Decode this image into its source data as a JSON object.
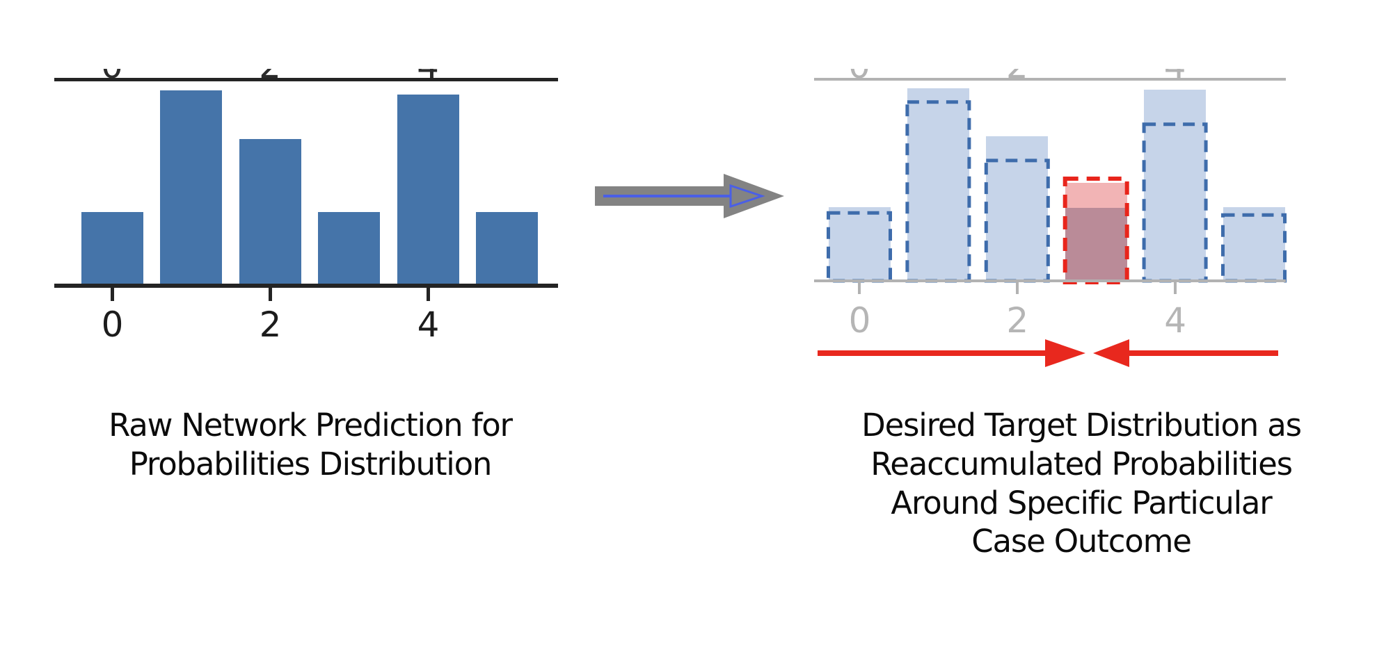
{
  "colors": {
    "bar_blue": "#4574a9",
    "fill_light_blue": "#c6d4e9",
    "dash_blue": "#3e6cab",
    "dash_red": "#e8251c",
    "fill_pink": "#f2b4b5",
    "fill_mauve": "#ba8b98",
    "axis_dark": "#242424",
    "axis_gray": "#b2b2b2",
    "tick_label_dark": "#1c1c1c",
    "tick_label_gray": "#b5b5b5",
    "arrow_gray": "#838383",
    "arrow_inner_blue": "#4a5fe6",
    "arrow_red": "#e8281e",
    "caption_black": "#0b0b0b"
  },
  "left_chart": {
    "caption": "Raw Network Prediction for\nProbabilities Distribution",
    "xtick_labels": [
      "0",
      "2",
      "4"
    ]
  },
  "right_chart": {
    "caption": "Desired Target Distribution as\nReaccumulated Probabilities\nAround Specific Particular\nCase Outcome",
    "xtick_labels": [
      "0",
      "2",
      "4"
    ]
  },
  "chart_data": [
    {
      "type": "bar",
      "title": "",
      "xlabel": "",
      "ylabel": "",
      "x": [
        0,
        1,
        2,
        3,
        4,
        5
      ],
      "values": [
        0.35,
        0.95,
        0.71,
        0.35,
        0.93,
        0.35
      ],
      "xticks": [
        0,
        2,
        4
      ],
      "xtick_labels": [
        "0",
        "2",
        "4"
      ],
      "grid": false,
      "legend": "none",
      "note": "left panel: solid blue probability bars, dark axis spines"
    },
    {
      "type": "bar",
      "title": "",
      "xlabel": "",
      "ylabel": "",
      "x": [
        0,
        1,
        2,
        3,
        4,
        5
      ],
      "series": [
        {
          "name": "target-fill",
          "values": [
            0.36,
            0.95,
            0.71,
            0.48,
            0.94,
            0.36
          ]
        },
        {
          "name": "dashed-outline",
          "values": [
            0.33,
            0.88,
            0.59,
            0.5,
            0.77,
            0.32
          ]
        },
        {
          "name": "underlying-overlap",
          "values": [
            null,
            null,
            null,
            0.355,
            null,
            null
          ]
        }
      ],
      "highlight_index": 3,
      "xticks": [
        0,
        2,
        4
      ],
      "xtick_labels": [
        "0",
        "2",
        "4"
      ],
      "grid": false,
      "legend": "none",
      "note": "right panel: translucent blue fills with blue dashed outlines; bar 3 highlighted red/pink with red dashed outline, gray axis"
    }
  ]
}
